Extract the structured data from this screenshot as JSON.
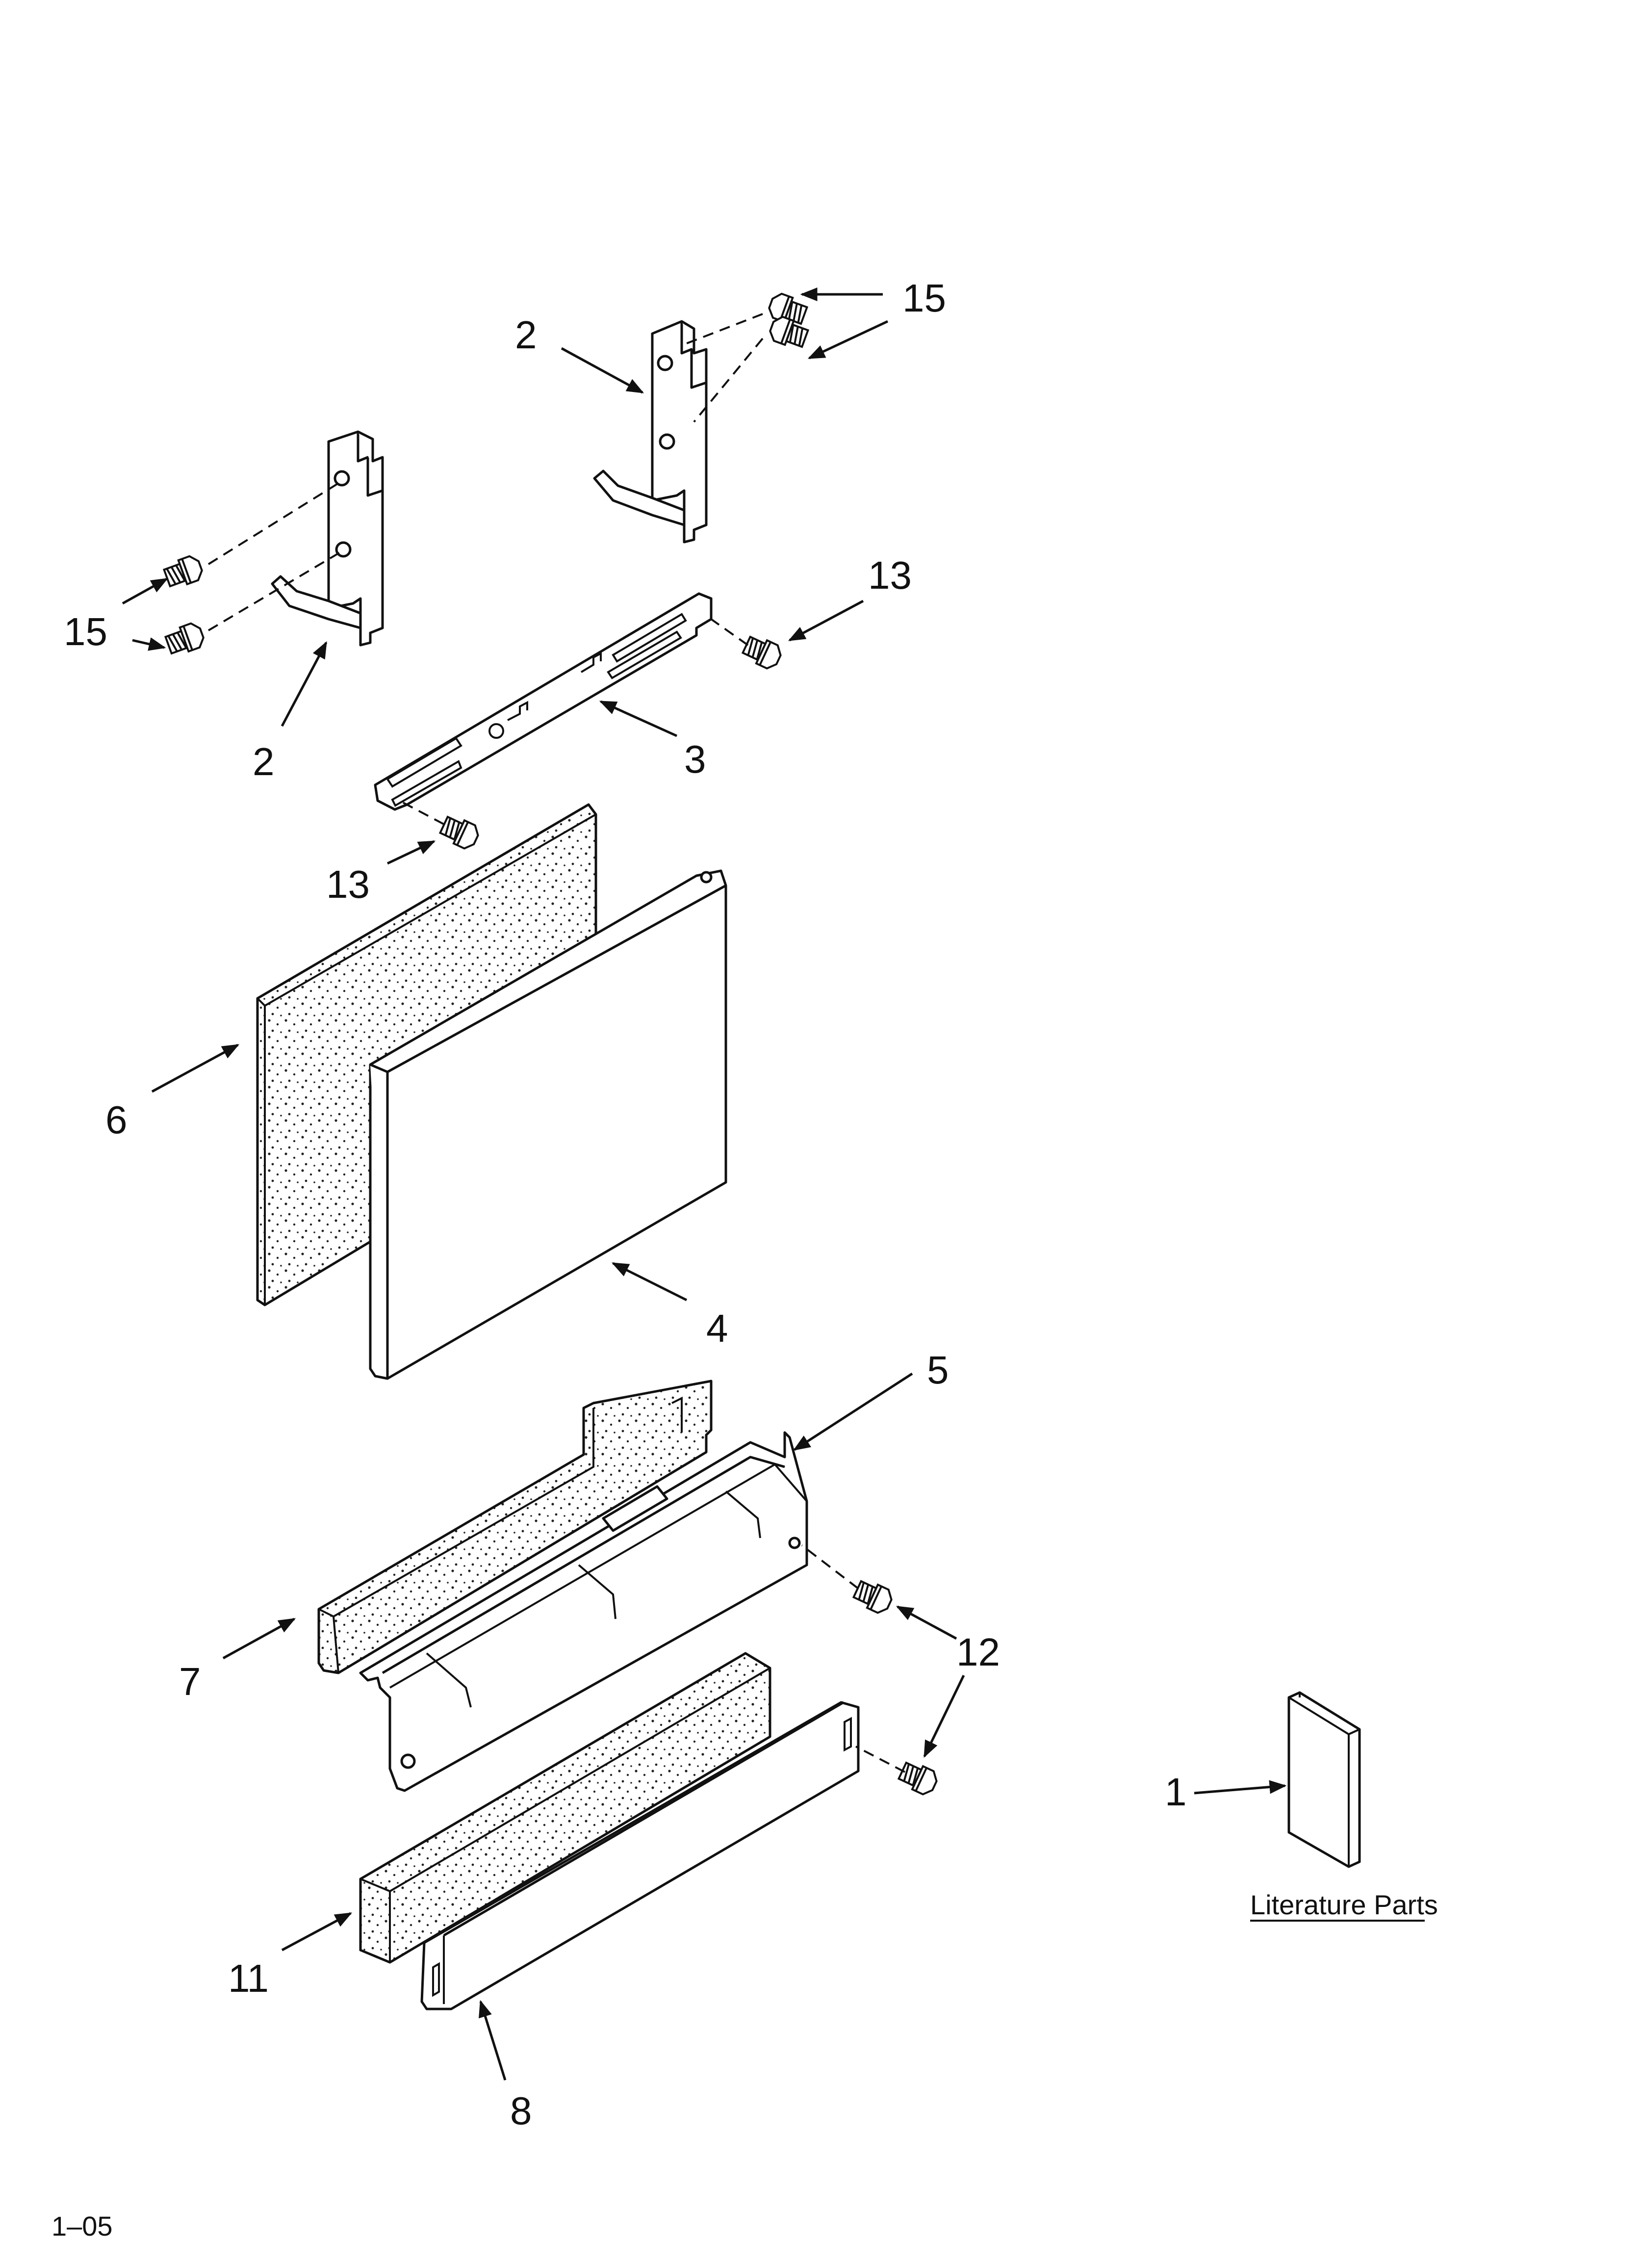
{
  "labels": {
    "l1": "1",
    "l2a": "2",
    "l2b": "2",
    "l3": "3",
    "l4": "4",
    "l5": "5",
    "l6": "6",
    "l7": "7",
    "l8": "8",
    "l11": "11",
    "l12": "12",
    "l13a": "13",
    "l13b": "13",
    "l15a": "15",
    "l15b": "15"
  },
  "literature_caption": "Literature Parts",
  "footer_code": "1–05"
}
